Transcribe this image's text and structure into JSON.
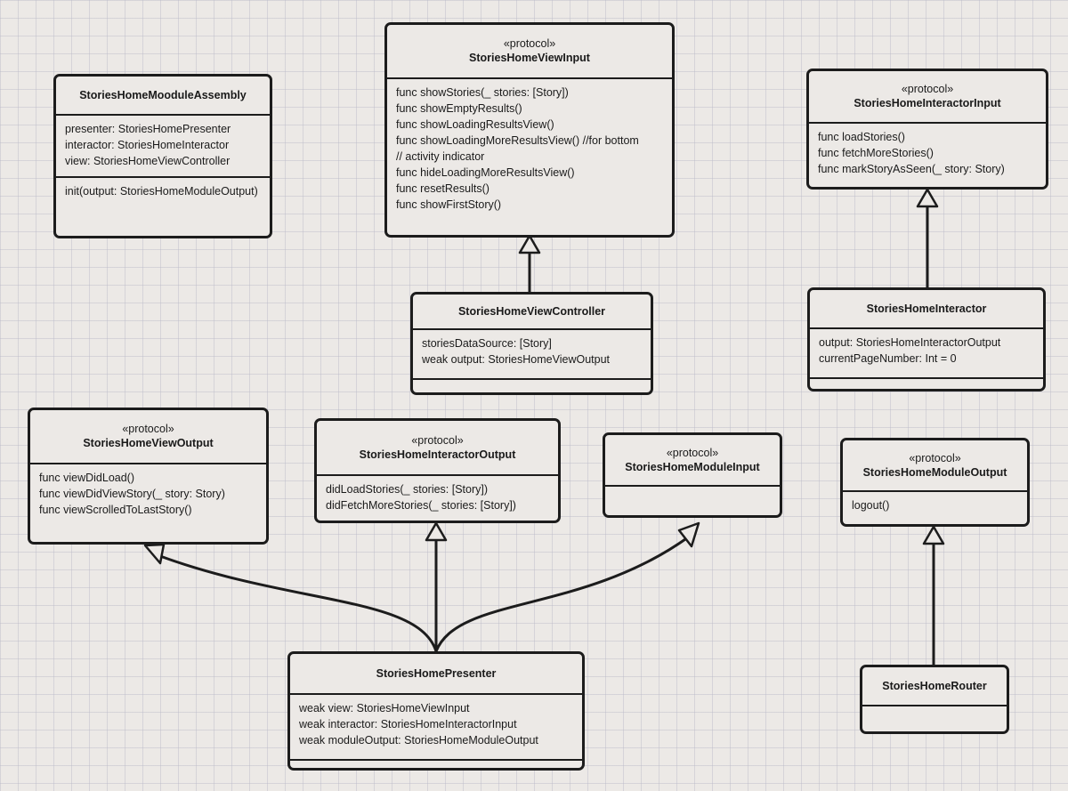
{
  "classes": {
    "assembly": {
      "name": "StoriesHomeMooduleAssembly",
      "attributes": [
        "presenter: StoriesHomePresenter",
        "interactor: StoriesHomeInteractor",
        "view: StoriesHomeViewController"
      ],
      "operations": [
        "init(output: StoriesHomeModuleOutput)"
      ]
    },
    "view_input": {
      "stereotype": "«protocol»",
      "name": "StoriesHomeViewInput",
      "operations": [
        "func showStories(_ stories: [Story])",
        "func showEmptyResults()",
        "func showLoadingResultsView()",
        "func showLoadingMoreResultsView() //for bottom",
        "// activity indicator",
        "func hideLoadingMoreResultsView()",
        "func resetResults()",
        "func showFirstStory()"
      ]
    },
    "interactor_input": {
      "stereotype": "«protocol»",
      "name": "StoriesHomeInteractorInput",
      "operations": [
        "func loadStories()",
        "func fetchMoreStories()",
        "func markStoryAsSeen(_ story: Story)"
      ]
    },
    "view_controller": {
      "name": "StoriesHomeViewController",
      "attributes": [
        "storiesDataSource: [Story]",
        "weak output: StoriesHomeViewOutput"
      ]
    },
    "interactor": {
      "name": "StoriesHomeInteractor",
      "attributes": [
        "output: StoriesHomeInteractorOutput",
        "currentPageNumber: Int = 0"
      ]
    },
    "view_output": {
      "stereotype": "«protocol»",
      "name": "StoriesHomeViewOutput",
      "operations": [
        "func viewDidLoad()",
        "func viewDidViewStory(_ story: Story)",
        "func viewScrolledToLastStory()"
      ]
    },
    "interactor_output": {
      "stereotype": "«protocol»",
      "name": "StoriesHomeInteractorOutput",
      "operations": [
        "didLoadStories(_ stories: [Story])",
        "didFetchMoreStories(_ stories: [Story])"
      ]
    },
    "module_input": {
      "stereotype": "«protocol»",
      "name": "StoriesHomeModuleInput"
    },
    "module_output": {
      "stereotype": "«protocol»",
      "name": "StoriesHomeModuleOutput",
      "operations": [
        "logout()"
      ]
    },
    "presenter": {
      "name": "StoriesHomePresenter",
      "attributes": [
        "weak view: StoriesHomeViewInput",
        "weak interactor: StoriesHomeInteractorInput",
        "weak moduleOutput: StoriesHomeModuleOutput"
      ]
    },
    "router": {
      "name": "StoriesHomeRouter"
    }
  },
  "colors": {
    "line": "#1c1c1c",
    "background": "#ece9e6",
    "grid": "#b9b9c8"
  }
}
